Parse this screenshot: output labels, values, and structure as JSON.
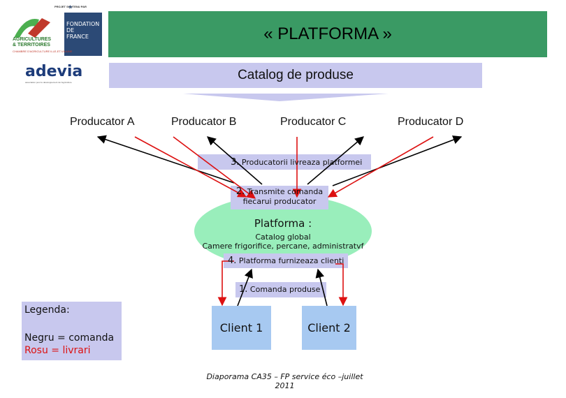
{
  "logos": {
    "partner_small": "PROJET SOUTENU PAR",
    "foundation": [
      "FONDATION",
      "DE",
      "FRANCE"
    ],
    "agri": [
      "AGRICULTURES",
      "& TERRITOIRES"
    ],
    "agri_sub": "CHAMBRE D'AGRICULTURE ILLE-ET-VILAINE",
    "adevia": "adevia",
    "adevia_sub": "association pour le développement de l'agriculture"
  },
  "title": "« PLATFORMA »",
  "catalog": "Catalog de produse",
  "producers": [
    "Producator A",
    "Producator B",
    "Producator C",
    "Producator D"
  ],
  "steps": {
    "step3": {
      "num": "3.",
      "text": "Producatorii livreaza platformei"
    },
    "step2": {
      "num": "2.",
      "text": "Transmite comanda",
      "text2": "fiecarui  producator"
    },
    "step4": {
      "num": "4.",
      "text": "Platforma furnizeaza  clienti"
    },
    "step1": {
      "num": "1.",
      "text": "Comanda produse"
    }
  },
  "platform": {
    "title": "Platforma :",
    "line1": "Catalog global",
    "line2": "Camere frigorifice, percane, administratvf"
  },
  "clients": [
    "Client 1",
    "Client 2"
  ],
  "legend": {
    "title": "Legenda:",
    "black": "Negru = comanda",
    "red": "Rosu = livrari"
  },
  "footer": "Diaporama CA35 – FP service éco –juillet 2011",
  "colors": {
    "title_bg": "#3a9a64",
    "catalog_bg": "#c8c8ee",
    "platform_bg": "#99eebb",
    "client_bg": "#a7c9f1",
    "order_arrow": "#000000",
    "delivery_arrow": "#dd1111",
    "legend_red": "#dd1111"
  },
  "icons": [
    "producer-arrow",
    "delivery-arrow"
  ]
}
